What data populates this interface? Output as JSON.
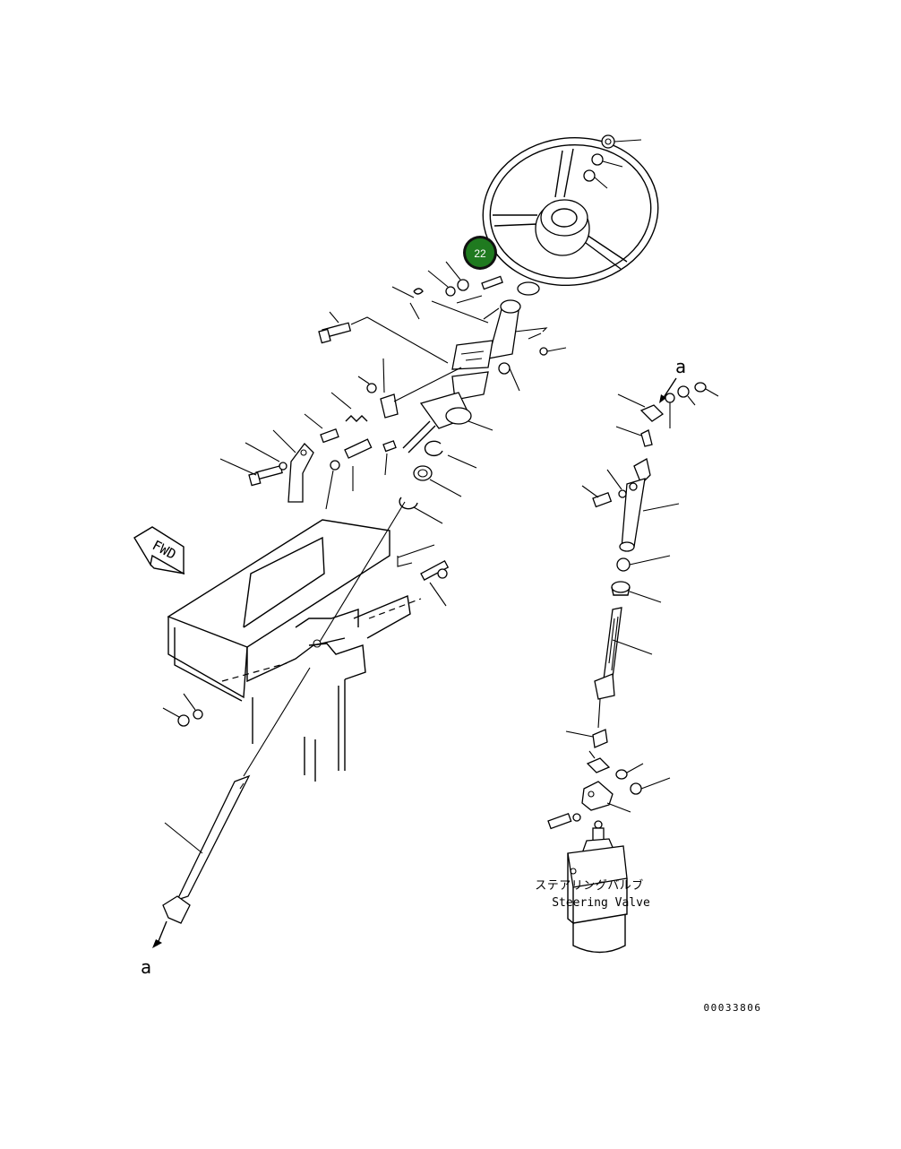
{
  "diagram": {
    "callout": {
      "number": "22",
      "color": "#1f7a1f",
      "ring_color": "#111111",
      "text_color": "#ffffff"
    },
    "fwd_label": "FWD",
    "connector_label_top": "a",
    "connector_label_bottom": "a",
    "steering_valve_label_jp": "ステアリングバルブ",
    "steering_valve_label_en": "Steering Valve",
    "drawing_number": "00033806"
  }
}
